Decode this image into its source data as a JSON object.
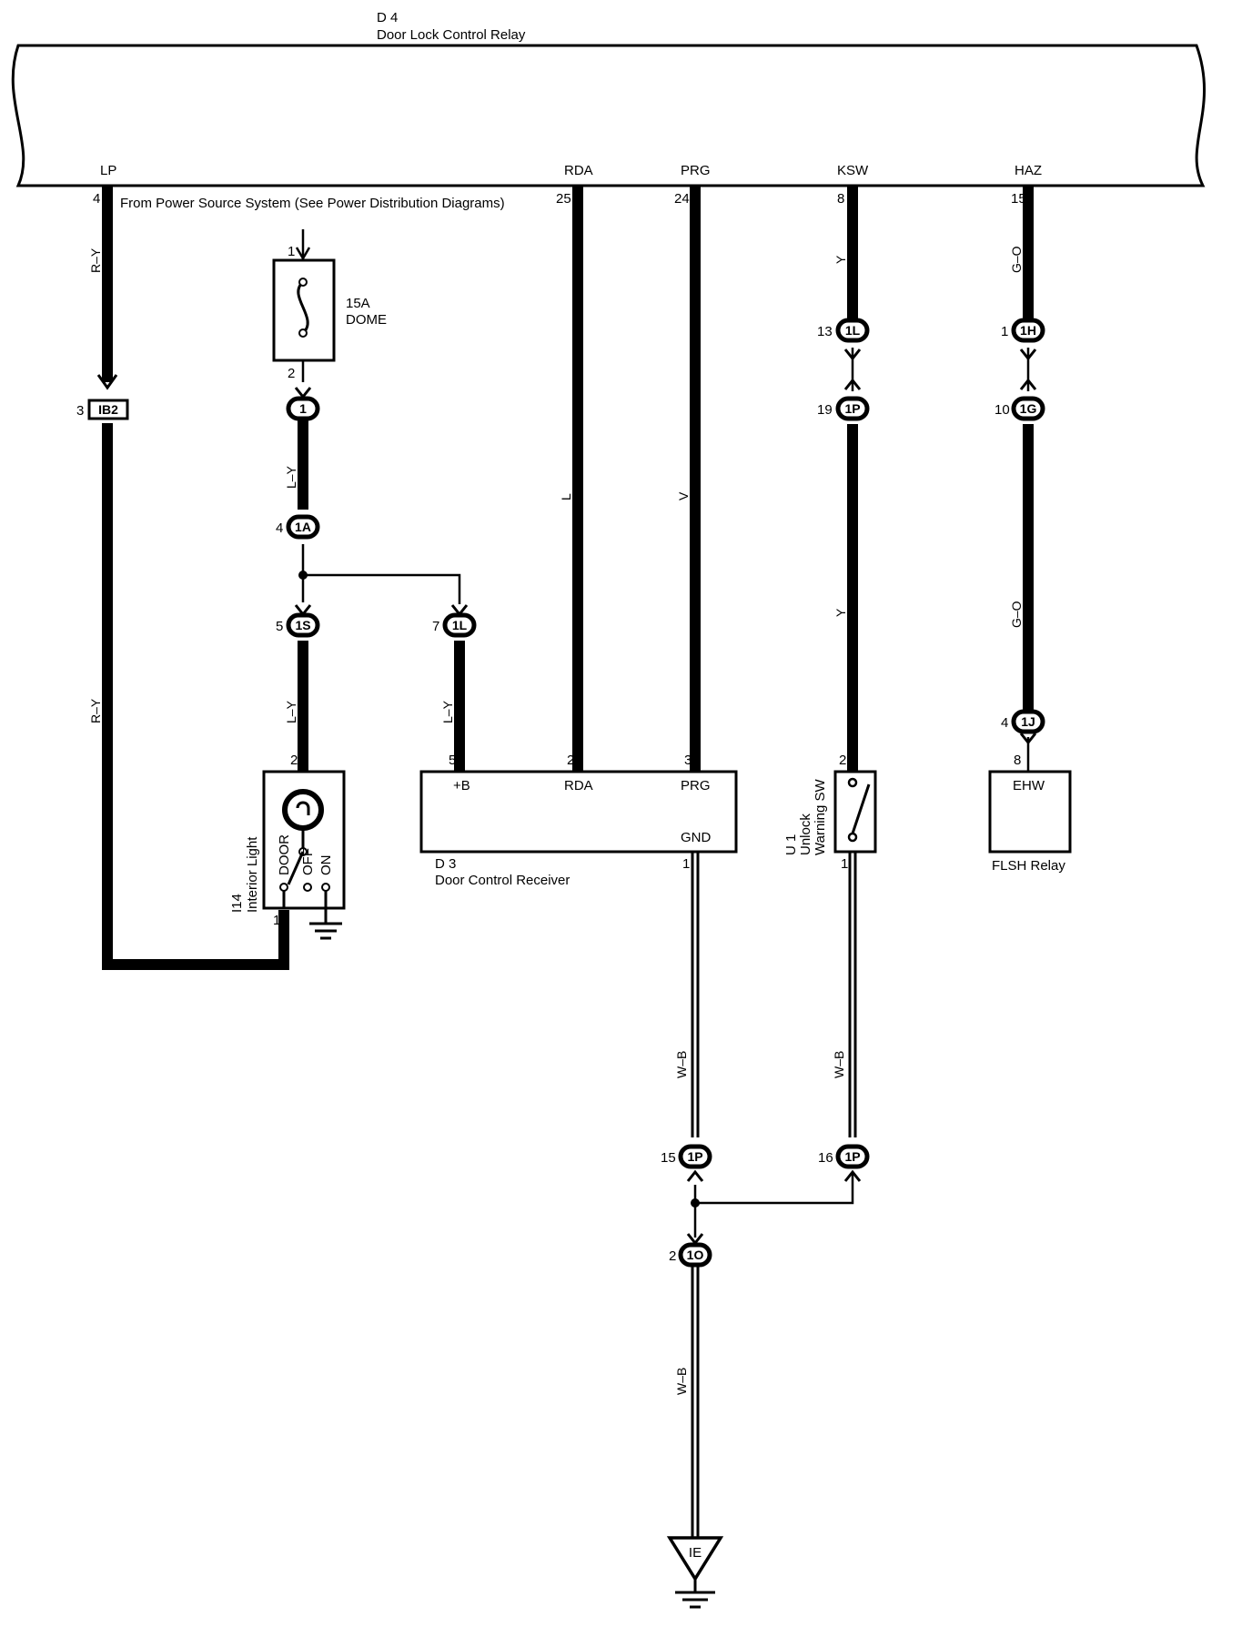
{
  "relay": {
    "ref": "D 4",
    "name": "Door Lock Control Relay"
  },
  "relay_terminals": {
    "lp": {
      "name": "LP",
      "pin": "4"
    },
    "rda": {
      "name": "RDA",
      "pin": "25"
    },
    "prg": {
      "name": "PRG",
      "pin": "24"
    },
    "ksw": {
      "name": "KSW",
      "pin": "8"
    },
    "haz": {
      "name": "HAZ",
      "pin": "15"
    }
  },
  "power_note": "From Power Source System (See Power Distribution Diagrams)",
  "fuse": {
    "rating": "15A",
    "name": "DOME",
    "pin_in": "1",
    "pin_out": "2"
  },
  "connectors": {
    "ib2": {
      "id": "IB2",
      "pin": "3"
    },
    "c1": {
      "id": "1",
      "pin": ""
    },
    "c1a": {
      "id": "1A",
      "pin": "4"
    },
    "c1s": {
      "id": "1S",
      "pin": "5"
    },
    "c1l_left": {
      "id": "1L",
      "pin": "7"
    },
    "c1l_ksw": {
      "id": "1L",
      "pin": "13"
    },
    "c1p_ksw": {
      "id": "1P",
      "pin": "19"
    },
    "c1h": {
      "id": "1H",
      "pin": "1"
    },
    "c1g": {
      "id": "1G",
      "pin": "10"
    },
    "c1j": {
      "id": "1J",
      "pin": "4"
    },
    "c1p_gnd15": {
      "id": "1P",
      "pin": "15"
    },
    "c1p_gnd16": {
      "id": "1P",
      "pin": "16"
    },
    "c1o": {
      "id": "1O",
      "pin": "2"
    }
  },
  "wire_colors": {
    "lp_top": "R–Y",
    "lp_bottom": "R–Y",
    "dome_mid": "L–Y",
    "dome_low": "L–Y",
    "branch": "L–Y",
    "rda": "L",
    "prg": "V",
    "ksw_top": "Y",
    "ksw_mid": "Y",
    "haz_top": "G–O",
    "haz_mid": "G–O",
    "gnd_left": "W–B",
    "gnd_right": "W–B",
    "gnd_bottom": "W–B"
  },
  "interior_light": {
    "ref": "I14",
    "name": "Interior Light",
    "pin_top": "2",
    "pin_bottom": "1",
    "positions": [
      "DOOR",
      "OFF",
      "ON"
    ]
  },
  "receiver": {
    "ref": "D 3",
    "name": "Door Control Receiver",
    "terminals": {
      "b": "+B",
      "rda": "RDA",
      "prg": "PRG",
      "gnd": "GND"
    },
    "pins": {
      "b": "5",
      "rda": "2",
      "prg": "3",
      "gnd": "1"
    }
  },
  "unlock_switch": {
    "ref": "U 1",
    "name_line1": "Unlock",
    "name_line2": "Warning SW",
    "pin_top": "2",
    "pin_bottom": "1"
  },
  "flasher": {
    "name": "FLSH Relay",
    "terminal": "EHW",
    "pin": "8"
  },
  "ground": {
    "id": "IE"
  }
}
